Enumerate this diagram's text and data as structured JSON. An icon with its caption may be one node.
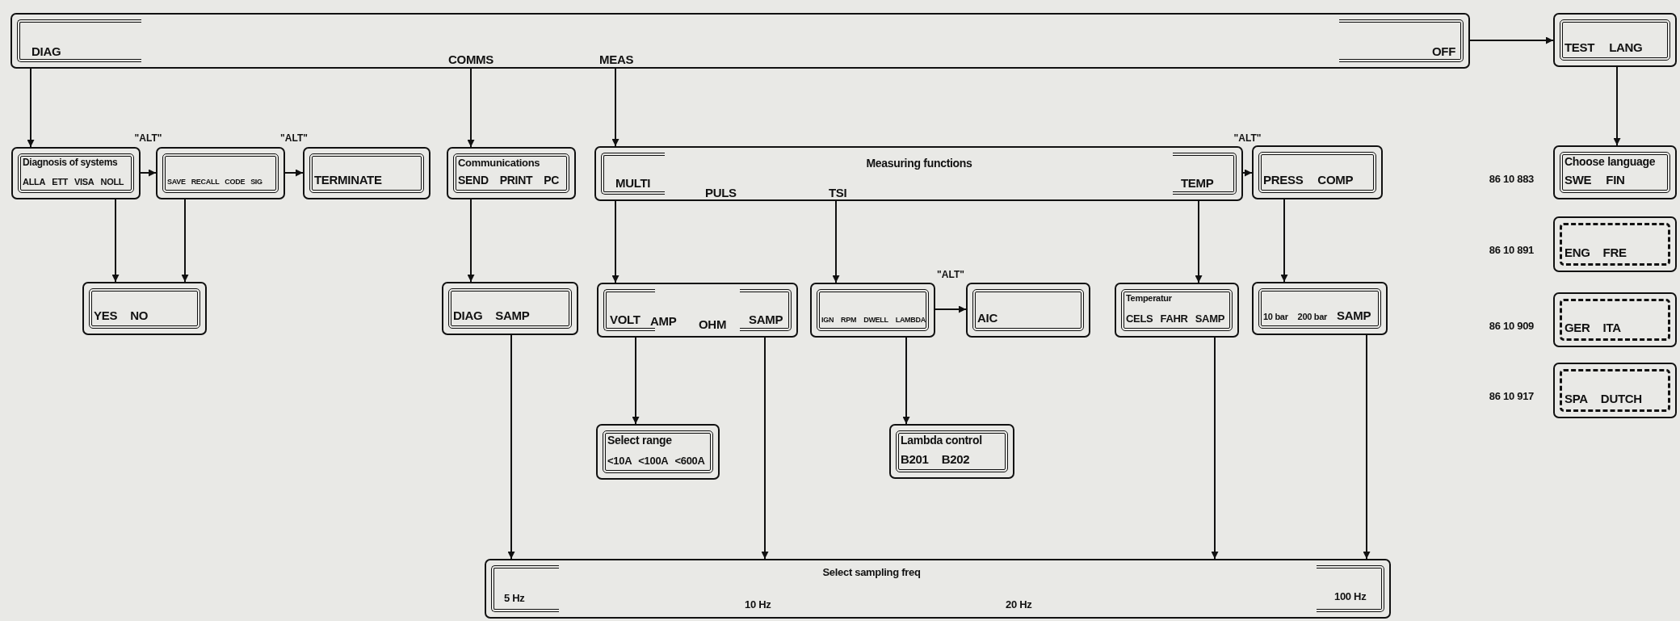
{
  "diagram": {
    "nodes": [
      {
        "text": [
          "DIAG",
          "COMMS",
          "MEAS",
          "OFF"
        ]
      },
      {
        "text": [
          "TEST",
          "LANG"
        ]
      },
      {
        "text": [
          "Diagnosis of systems",
          "ALLA",
          "ETT",
          "VISA",
          "NOLL"
        ]
      },
      {
        "text": [
          "SAVE",
          "RECALL",
          "CODE",
          "SIG"
        ]
      },
      {
        "text": [
          "TERMINATE"
        ]
      },
      {
        "text": [
          "Communications",
          "SEND",
          "PRINT",
          "PC"
        ]
      },
      {
        "text": [
          "Measuring functions",
          "MULTI",
          "PULS",
          "TSI",
          "TEMP"
        ]
      },
      {
        "text": [
          "PRESS",
          "COMP"
        ]
      },
      {
        "text": [
          "Choose language",
          "SWE",
          "FIN"
        ],
        "beside": [
          "86 10 883"
        ]
      },
      {
        "text": [
          "YES",
          "NO"
        ]
      },
      {
        "text": [
          "DIAG",
          "SAMP"
        ]
      },
      {
        "text": [
          "VOLT",
          "AMP",
          "OHM",
          "SAMP"
        ]
      },
      {
        "text": [
          "IGN",
          "RPM",
          "DWELL",
          "LAMBDA"
        ]
      },
      {
        "text": [
          "AIC"
        ]
      },
      {
        "text": [
          "Temperatur",
          "CELS",
          "FAHR",
          "SAMP"
        ]
      },
      {
        "text": [
          "10 bar",
          "200 bar",
          "SAMP"
        ]
      },
      {
        "text": [
          "ENG",
          "FRE"
        ],
        "beside": [
          "86 10 891"
        ]
      },
      {
        "text": [
          "GER",
          "ITA"
        ],
        "beside": [
          "86 10 909"
        ]
      },
      {
        "text": [
          "SPA",
          "DUTCH"
        ],
        "beside": [
          "86 10 917"
        ]
      },
      {
        "text": [
          "Select range",
          "<10A",
          "<100A",
          "<600A"
        ]
      },
      {
        "text": [
          "Lambda control",
          "B201",
          "B202"
        ]
      },
      {
        "text": [
          "Select sampling freq",
          "5 Hz",
          "10 Hz",
          "20 Hz",
          "100 Hz"
        ]
      }
    ],
    "edges": [
      {
        "from": 0,
        "to": 2,
        "arrow": "to"
      },
      {
        "from": 0,
        "to": 5,
        "arrow": "to"
      },
      {
        "from": 0,
        "to": 6,
        "arrow": "to"
      },
      {
        "from": 0,
        "to": 1,
        "arrow": "to"
      },
      {
        "from": 1,
        "to": 8,
        "arrow": "to"
      },
      {
        "from": 2,
        "to": 3,
        "arrow": "to",
        "label": "\"ALT\""
      },
      {
        "from": 3,
        "to": 4,
        "arrow": "to",
        "label": "\"ALT\""
      },
      {
        "from": 2,
        "to": 9,
        "arrow": "to"
      },
      {
        "from": 3,
        "to": 9,
        "arrow": "to"
      },
      {
        "from": 5,
        "to": 10,
        "arrow": "to"
      },
      {
        "from": 6,
        "to": 11,
        "arrow": "to"
      },
      {
        "from": 6,
        "to": 12,
        "arrow": "to"
      },
      {
        "from": 6,
        "to": 7,
        "arrow": "to",
        "label": "\"ALT\""
      },
      {
        "from": 6,
        "to": 14,
        "arrow": "to"
      },
      {
        "from": 7,
        "to": 15,
        "arrow": "to"
      },
      {
        "from": 12,
        "to": 13,
        "arrow": "to",
        "label": "\"ALT\""
      },
      {
        "from": 12,
        "to": 20,
        "arrow": "to"
      },
      {
        "from": 11,
        "to": 19,
        "arrow": "to"
      },
      {
        "from": 10,
        "to": 21,
        "arrow": "to"
      },
      {
        "from": 11,
        "to": 21,
        "arrow": "to"
      },
      {
        "from": 14,
        "to": 21,
        "arrow": "to"
      },
      {
        "from": 15,
        "to": 21,
        "arrow": "to"
      }
    ]
  }
}
